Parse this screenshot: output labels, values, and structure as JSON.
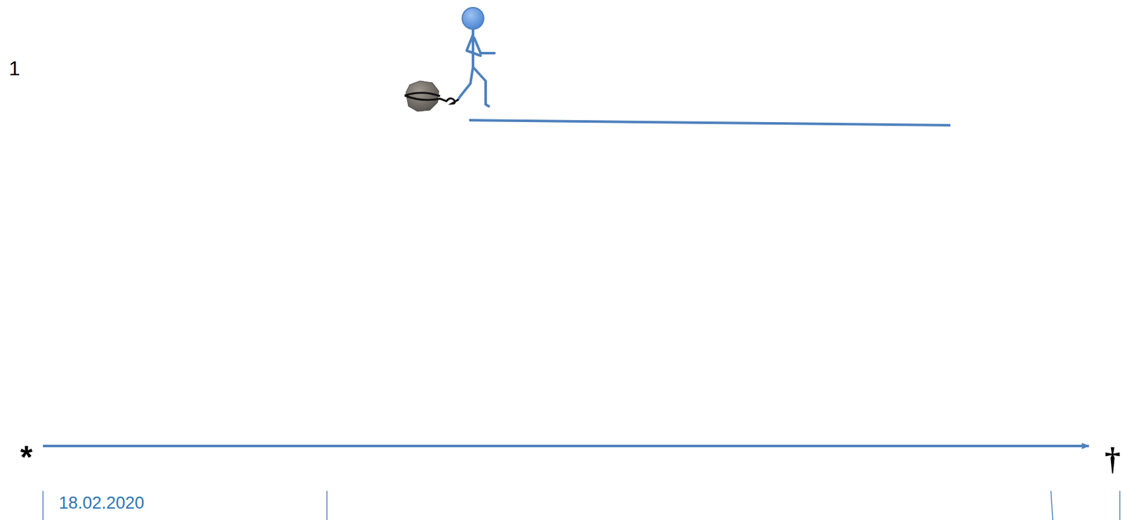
{
  "diagram": {
    "labels": [
      "1",
      "*",
      "†",
      "18.02.2020"
    ]
  }
}
